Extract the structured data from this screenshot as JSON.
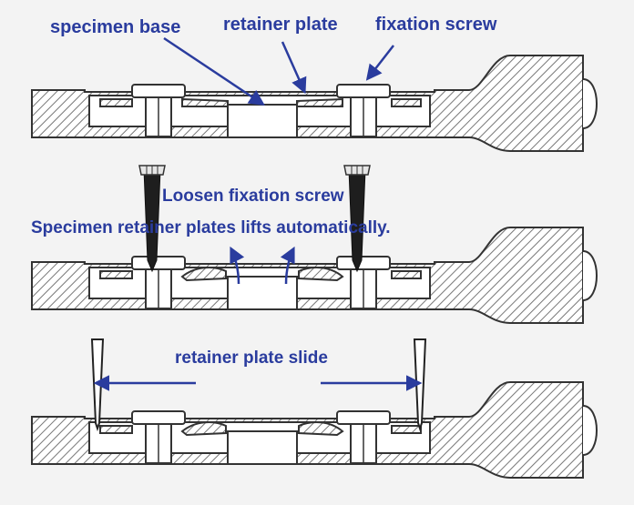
{
  "labels": {
    "specimen_base": "specimen base",
    "retainer_plate": "retainer plate",
    "fixation_screw": "fixation screw",
    "loosen": "Loosen fixation screw",
    "lifts": "Specimen retainer plates lifts automatically.",
    "slide": "retainer plate slide"
  },
  "colors": {
    "label": "#2a3c9e",
    "outline": "#333333",
    "hatch": "#777777",
    "background": "#f3f3f3"
  },
  "stages": [
    {
      "state": "fixed",
      "tools": "none"
    },
    {
      "state": "loosened",
      "tools": "screwdrivers"
    },
    {
      "state": "sliding",
      "tools": "pins"
    }
  ]
}
